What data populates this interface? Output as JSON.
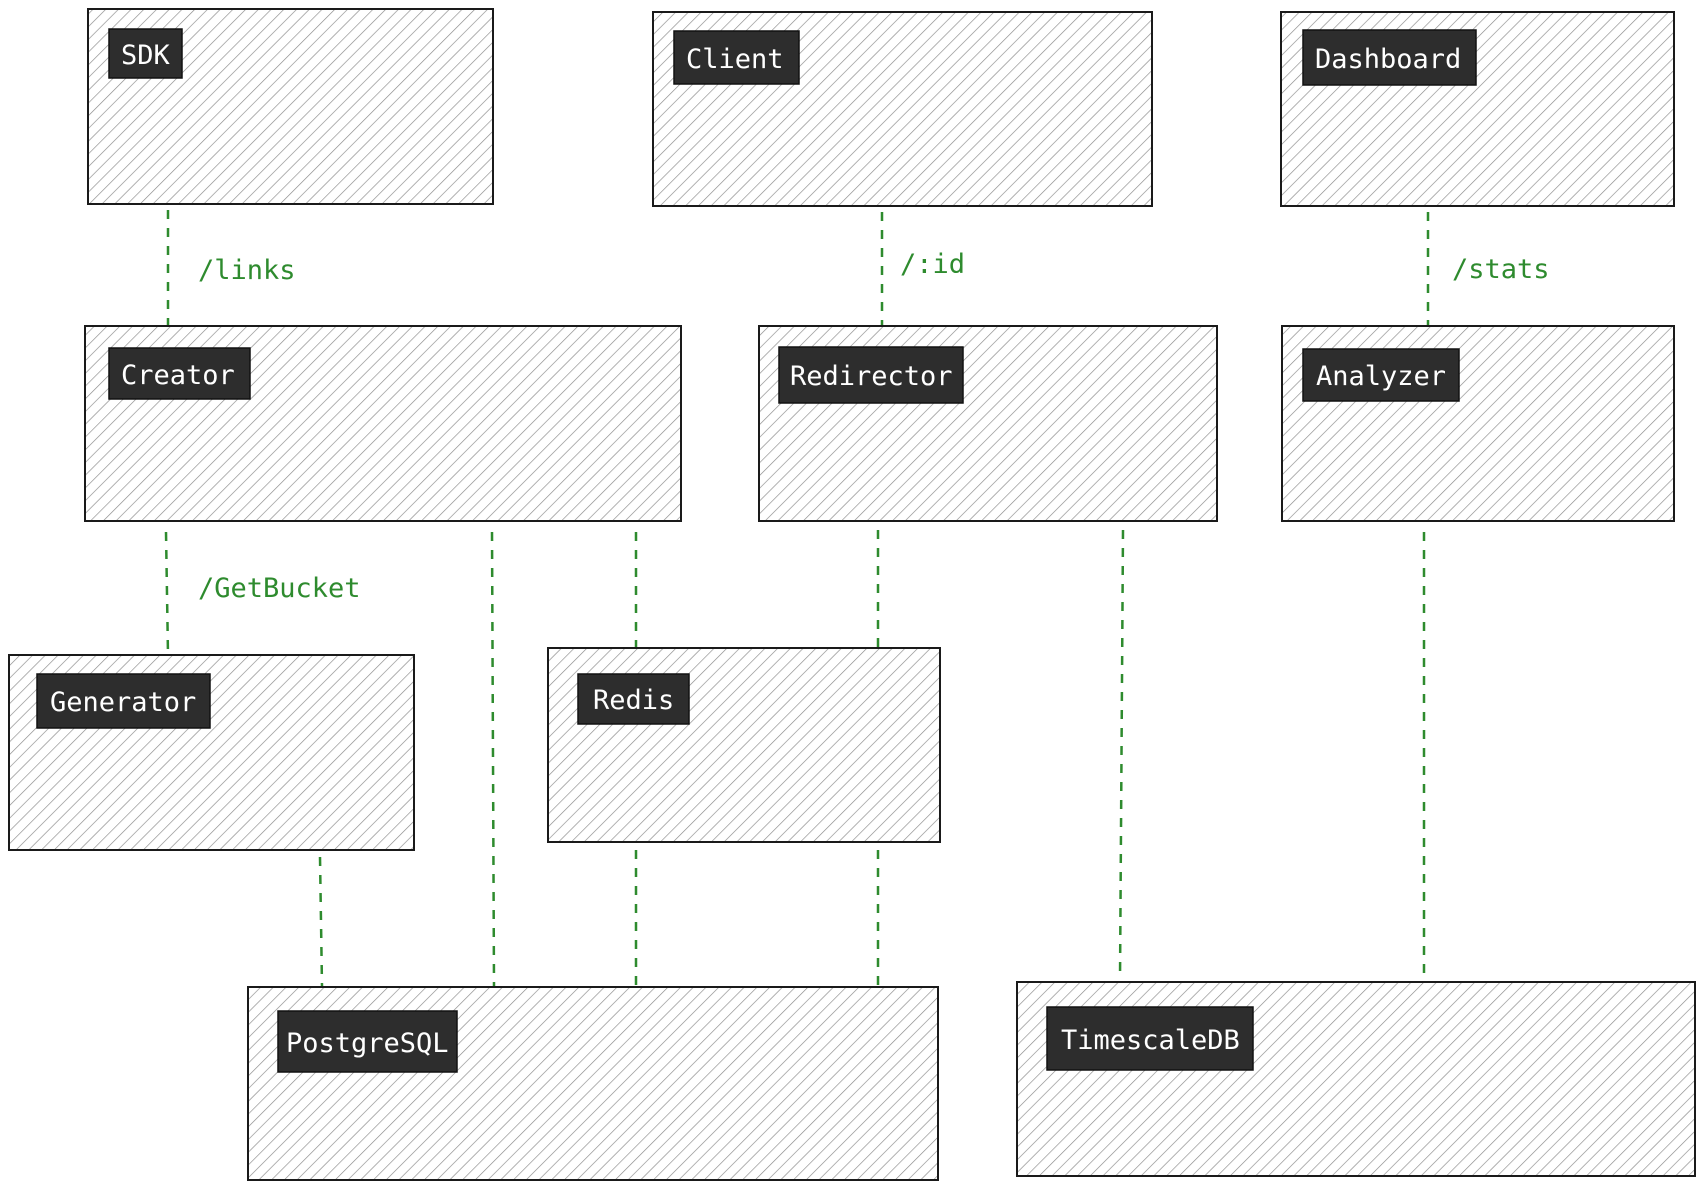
{
  "nodes": {
    "sdk": {
      "label": "SDK"
    },
    "client": {
      "label": "Client"
    },
    "dashboard": {
      "label": "Dashboard"
    },
    "creator": {
      "label": "Creator"
    },
    "redirector": {
      "label": "Redirector"
    },
    "analyzer": {
      "label": "Analyzer"
    },
    "generator": {
      "label": "Generator"
    },
    "redis": {
      "label": "Redis"
    },
    "postgresql": {
      "label": "PostgreSQL"
    },
    "timescaledb": {
      "label": "TimescaleDB"
    }
  },
  "edges": {
    "sdk_creator": {
      "from": "SDK",
      "to": "Creator",
      "label": "/links"
    },
    "client_redirector": {
      "from": "Client",
      "to": "Redirector",
      "label": "/:id"
    },
    "dashboard_analyzer": {
      "from": "Dashboard",
      "to": "Analyzer",
      "label": "/stats"
    },
    "creator_generator": {
      "from": "Creator",
      "to": "Generator",
      "label": "/GetBucket"
    },
    "creator_postgresql": {
      "from": "Creator",
      "to": "PostgreSQL",
      "label": ""
    },
    "creator_redis": {
      "from": "Creator",
      "to": "Redis",
      "label": ""
    },
    "redirector_redis": {
      "from": "Redirector",
      "to": "Redis",
      "label": ""
    },
    "redirector_timescaledb": {
      "from": "Redirector",
      "to": "TimescaleDB",
      "label": ""
    },
    "analyzer_timescaledb": {
      "from": "Analyzer",
      "to": "TimescaleDB",
      "label": ""
    },
    "generator_postgresql": {
      "from": "Generator",
      "to": "PostgreSQL",
      "label": ""
    },
    "redis_postgresql": {
      "from": "Redis",
      "to": "PostgreSQL",
      "label": ""
    },
    "redirector_postgresql": {
      "from": "Redirector",
      "to": "PostgreSQL",
      "label": ""
    }
  },
  "colors": {
    "edge": "#2e8b2e",
    "label_bg": "#2d2d2d",
    "label_text": "#ffffff",
    "border": "#1a1a1a"
  }
}
